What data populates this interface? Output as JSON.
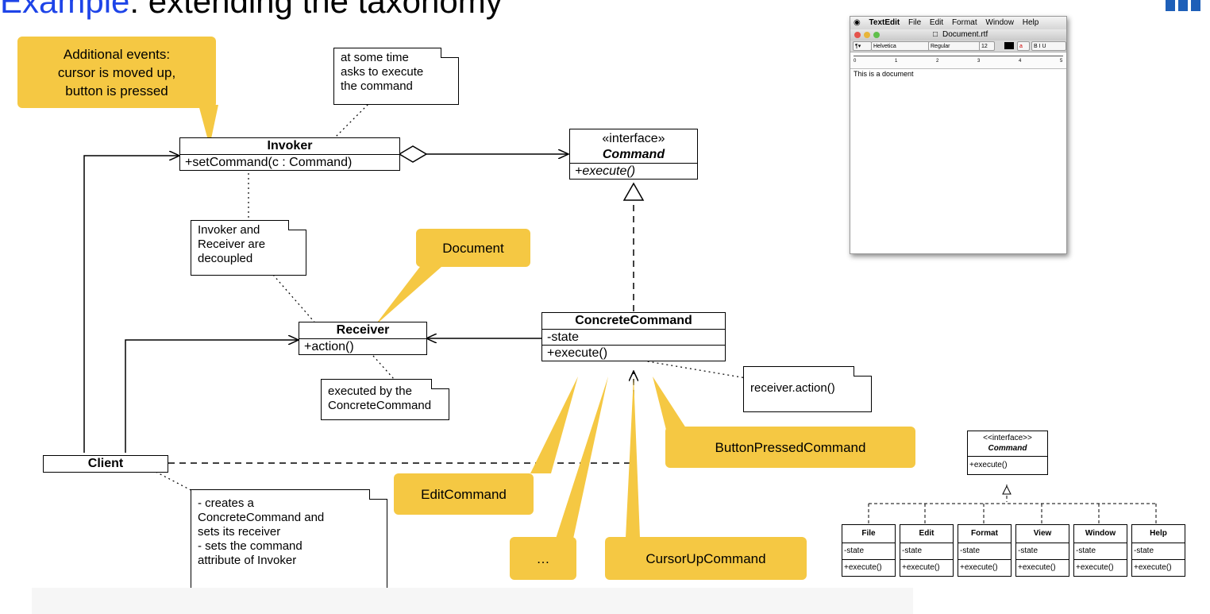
{
  "title": {
    "highlight": "Example",
    "rest": ": extending the taxonomy"
  },
  "uml": {
    "invoker": {
      "name": "Invoker",
      "method": "+setCommand(c : Command)"
    },
    "command": {
      "stereotype": "«interface»",
      "name": "Command",
      "method": "+execute()"
    },
    "receiver": {
      "name": "Receiver",
      "method": "+action()"
    },
    "concrete_command": {
      "name": "ConcreteCommand",
      "attr": "-state",
      "method": "+execute()"
    },
    "client": {
      "name": "Client"
    }
  },
  "notes": {
    "invoker_note": "at some time\nasks to execute\nthe command",
    "decoupled_note": "Invoker and\nReceiver are\ndecoupled",
    "receiver_note": "executed by the\nConcreteCommand",
    "action_note": "receiver.action()",
    "client_note": "- creates a\nConcreteCommand and\nsets its receiver\n- sets the command\nattribute of Invoker"
  },
  "callouts": {
    "additional_events": "Additional events:\ncursor is moved up,\nbutton is pressed",
    "document": "Document",
    "button_pressed": "ButtonPressedCommand",
    "edit": "EditCommand",
    "ellipsis": "…",
    "cursor_up": "CursorUpCommand"
  },
  "screenshot": {
    "menu": {
      "app": "TextEdit",
      "items": [
        "File",
        "Edit",
        "Format",
        "Window",
        "Help"
      ]
    },
    "window_title": "Document.rtf",
    "font": "Helvetica",
    "style": "Regular",
    "size": "12",
    "ruler_numbers": [
      "0",
      "1",
      "2",
      "3",
      "4",
      "5"
    ],
    "text": "This is a document"
  },
  "taxonomy": {
    "interface": {
      "stereotype": "<<interface>>",
      "name": "Command",
      "method": "+execute()"
    },
    "classes": [
      {
        "name": "File",
        "attr": "-state",
        "method": "+execute()"
      },
      {
        "name": "Edit",
        "attr": "-state",
        "method": "+execute()"
      },
      {
        "name": "Format",
        "attr": "-state",
        "method": "+execute()"
      },
      {
        "name": "View",
        "attr": "-state",
        "method": "+execute()"
      },
      {
        "name": "Window",
        "attr": "-state",
        "method": "+execute()"
      },
      {
        "name": "Help",
        "attr": "-state",
        "method": "+execute()"
      }
    ]
  },
  "colors": {
    "title_highlight": "#1e44e8",
    "callout": "#f5c843",
    "logo": "#1e5fb8"
  }
}
